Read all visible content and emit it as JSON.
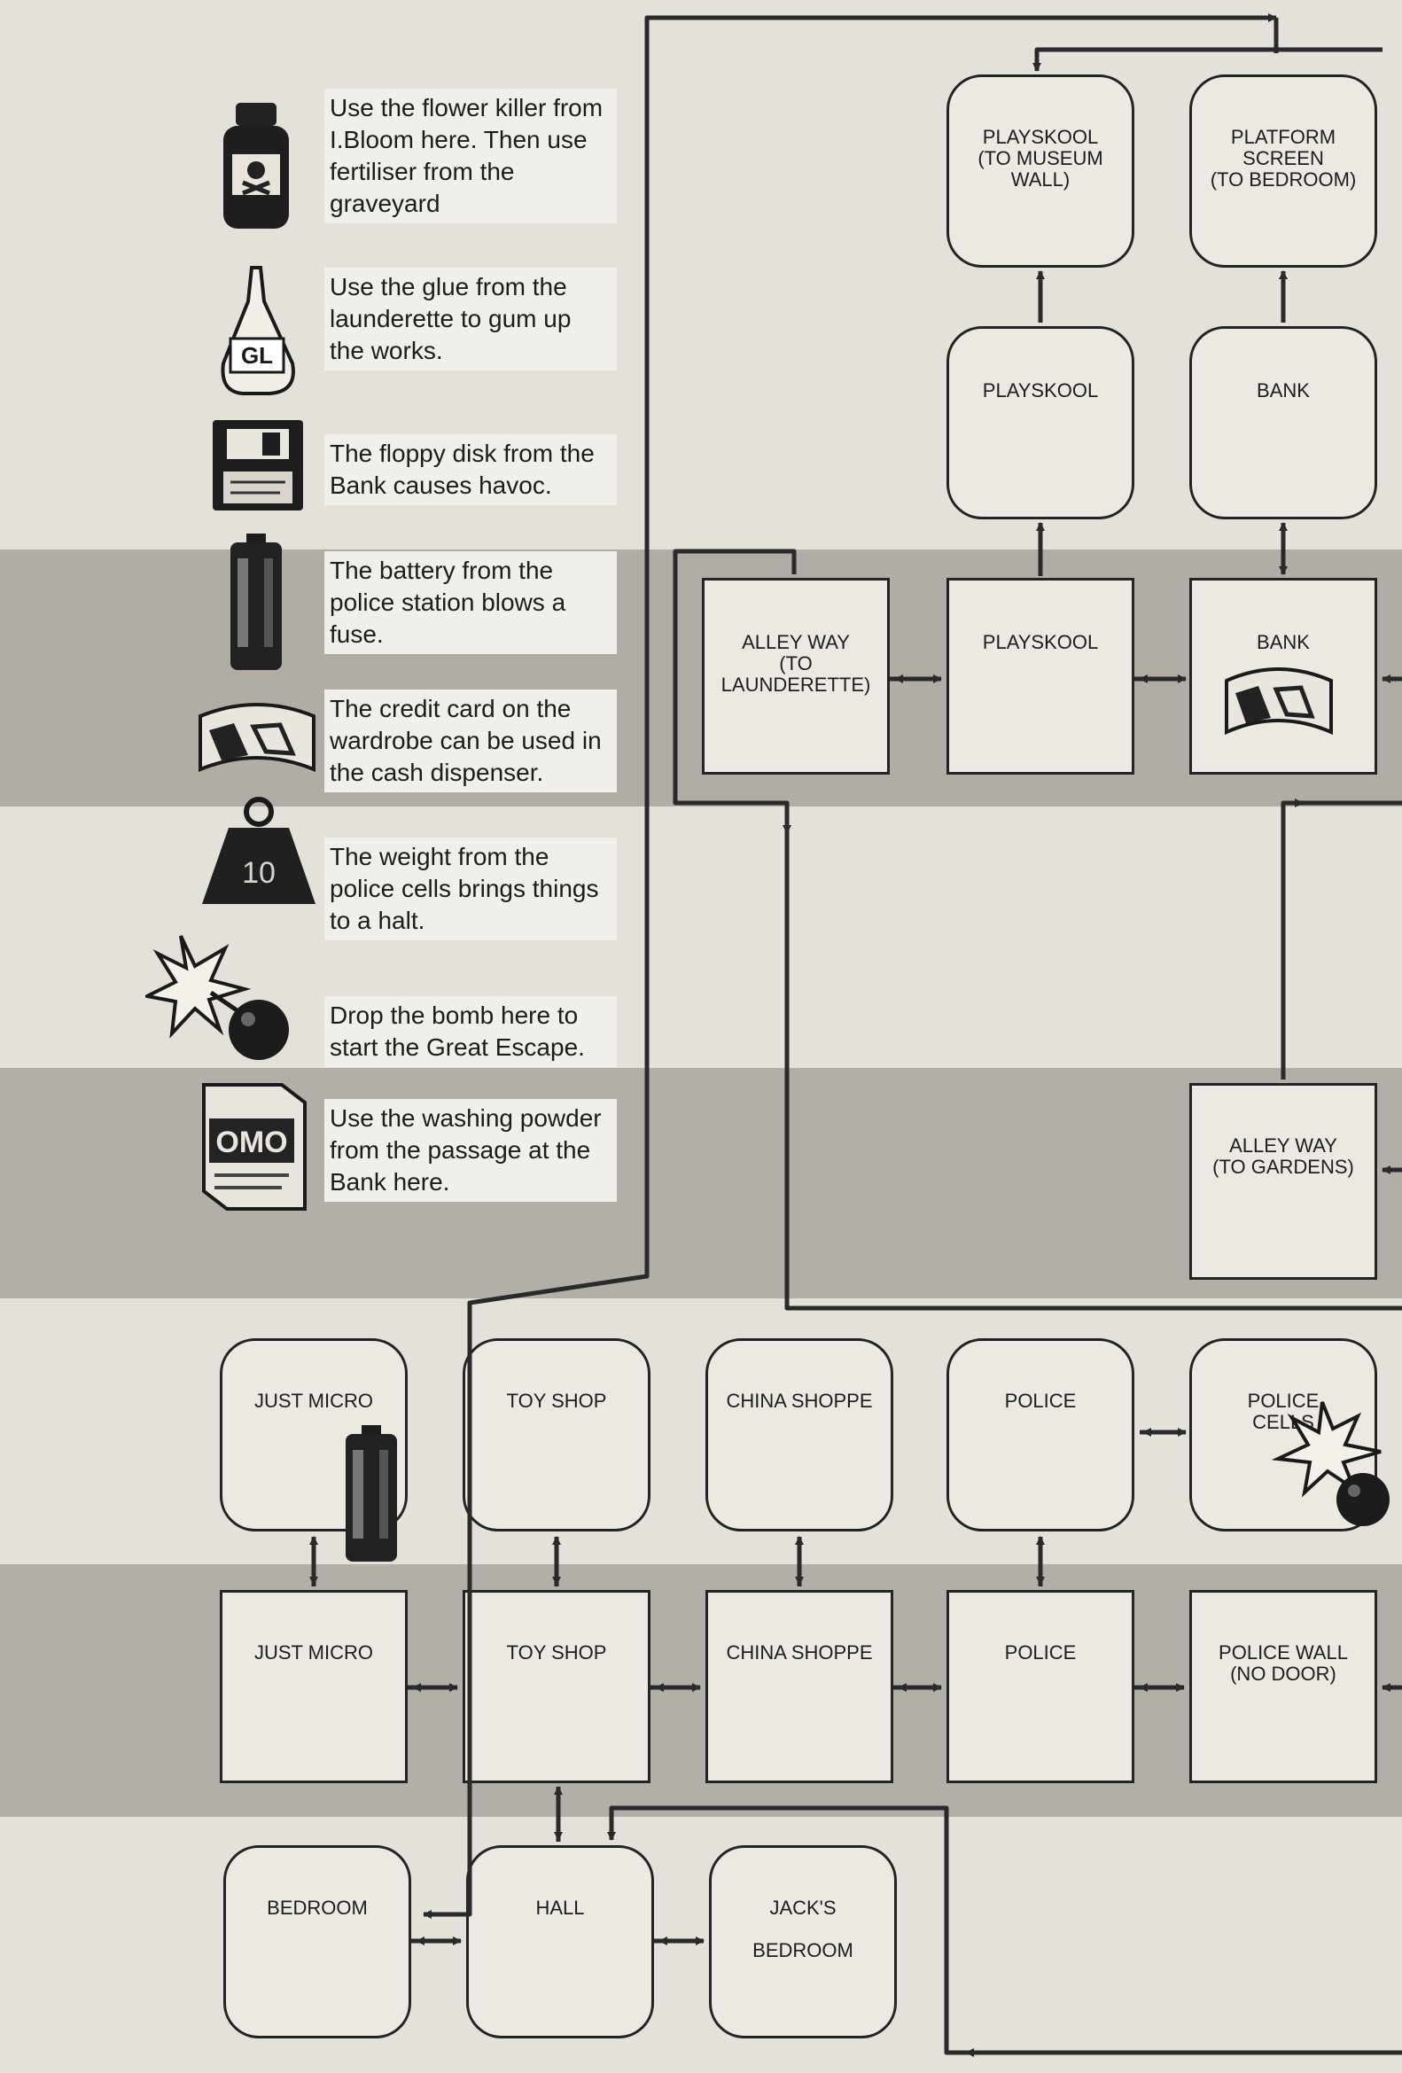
{
  "instructions": [
    {
      "icon": "poison-bottle-icon",
      "text": "Use the flower killer from I.Bloom here. Then use fertiliser  from the graveyard"
    },
    {
      "icon": "glue-bottle-icon",
      "text": "Use the glue from the launderette to gum up the works."
    },
    {
      "icon": "floppy-disk-icon",
      "text": "The floppy disk from the Bank causes havoc."
    },
    {
      "icon": "battery-icon",
      "text": "The battery from the police station blows a fuse."
    },
    {
      "icon": "credit-card-icon",
      "text": "The credit card on the wardrobe can be used in the cash dispenser."
    },
    {
      "icon": "weight-icon",
      "text": "The weight from the police cells brings things to a halt."
    },
    {
      "icon": "bomb-icon",
      "text": "Drop the bomb here to start the Great Escape."
    },
    {
      "icon": "washing-powder-icon",
      "text": "Use the washing powder from the passage at the Bank here."
    }
  ],
  "icon_text": {
    "glue": "GL",
    "weight": "10",
    "powder": "OMO"
  },
  "rooms": {
    "playskool_museum": "PLAYSKOOL\n(TO MUSEUM\nWALL)",
    "platform_screen": "PLATFORM\nSCREEN\n(TO BEDROOM)",
    "playskool_upper": "PLAYSKOOL",
    "bank_upper": "BANK",
    "alley_launderette": "ALLEY WAY\n(TO\nLAUNDERETTE)",
    "playskool_lower": "PLAYSKOOL",
    "bank_lower": "BANK",
    "alley_gardens": "ALLEY WAY\n(TO GARDENS)",
    "just_micro_upper": "JUST MICRO",
    "toy_shop_upper": "TOY SHOP",
    "china_shoppe_upper": "CHINA SHOPPE",
    "police_upper": "POLICE",
    "police_cells": "POLICE\nCELLS",
    "just_micro_lower": "JUST MICRO",
    "toy_shop_lower": "TOY SHOP",
    "china_shoppe_lower": "CHINA SHOPPE",
    "police_lower": "POLICE",
    "police_wall": "POLICE WALL\n(NO DOOR)",
    "bedroom": "BEDROOM",
    "hall": "HALL",
    "jacks_bedroom": "JACK'S\n\nBEDROOM"
  },
  "colors": {
    "background_light": "#e4e1da",
    "background_mid": "#c9c5be",
    "background_dark": "#9c9892",
    "room_fill": "#ece9e3",
    "line": "#2a2a2a"
  }
}
